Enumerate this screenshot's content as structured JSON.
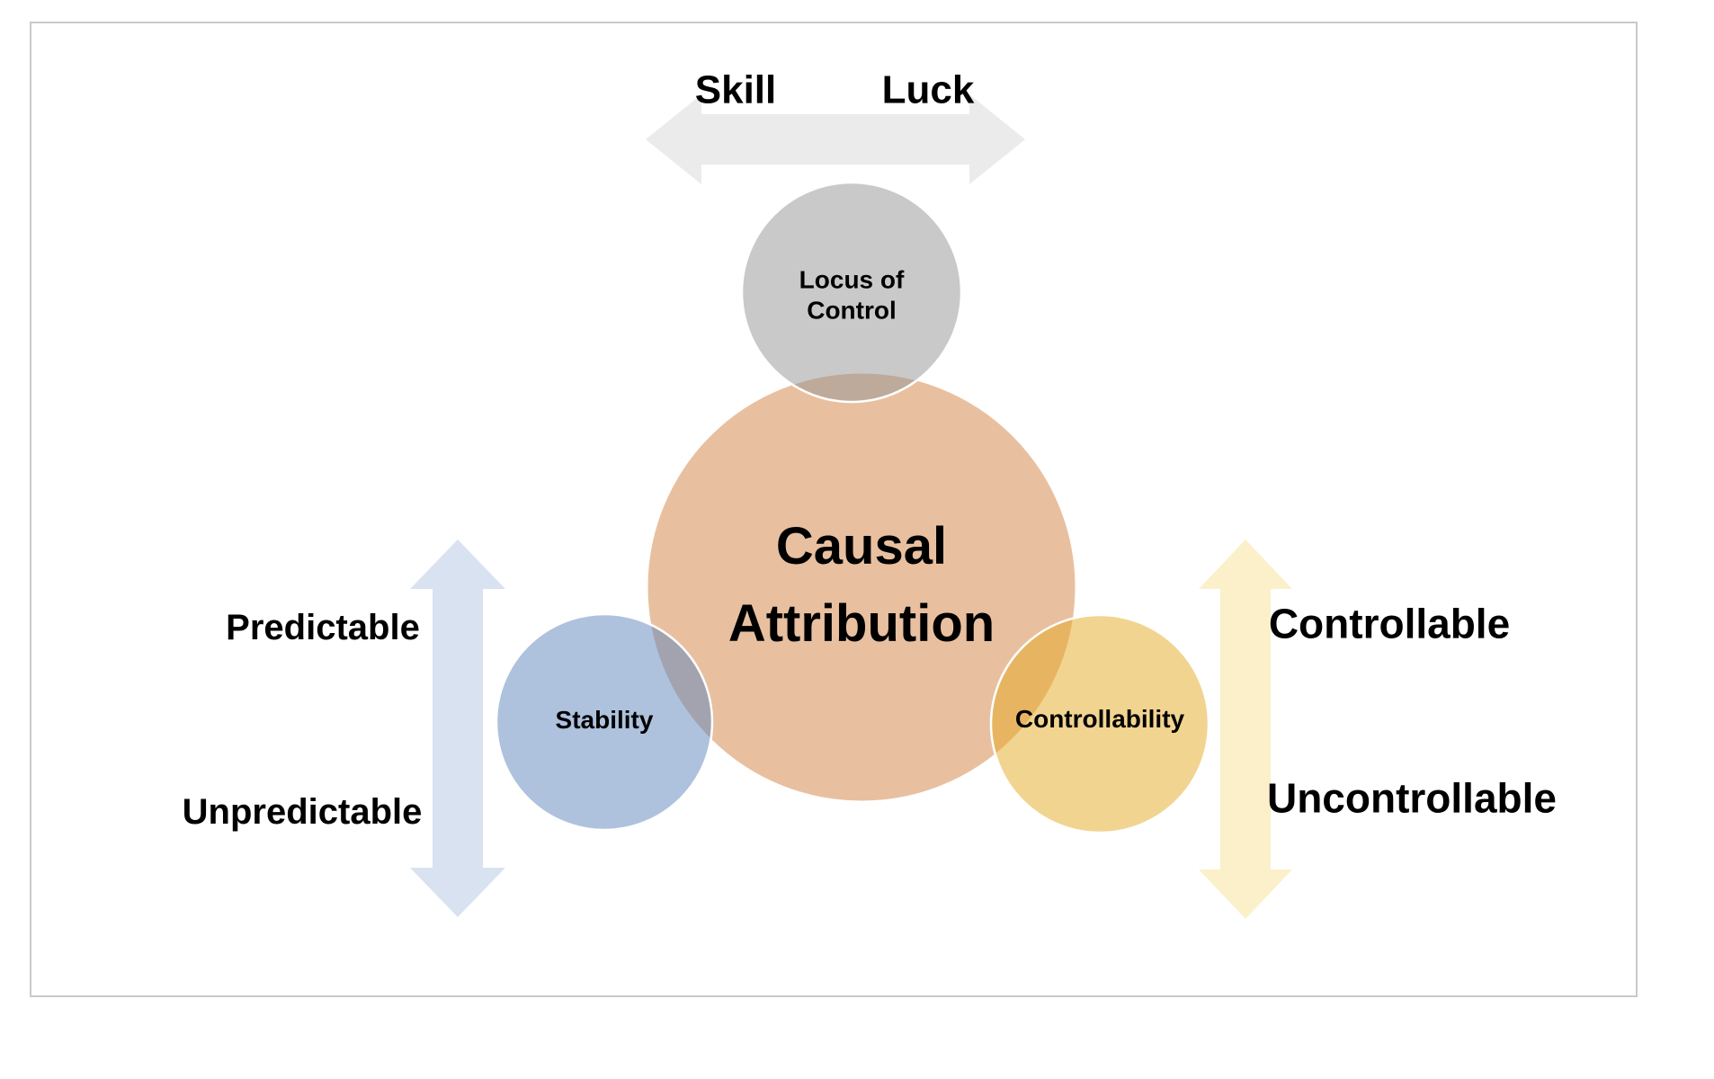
{
  "slide": {
    "background_color": "#ffffff",
    "border_color": "#c9c9c9"
  },
  "diagram": {
    "title_circle": {
      "label": "Causal\nAttribution",
      "fill": "#e8c0a0"
    },
    "locus_circle": {
      "label": "Locus of\nControl",
      "fill": "rgba(147,147,147,0.5)"
    },
    "stability_circle": {
      "label": "Stability",
      "fill": "rgba(93,133,189,0.5)"
    },
    "controllability_circle": {
      "label": "Controllability",
      "fill": "rgba(229,169,35,0.5)"
    },
    "axes": {
      "top": {
        "left_label": "Skill",
        "right_label": "Luck",
        "arrow_fill": "#ebebeb"
      },
      "left": {
        "top_label": "Predictable",
        "bottom_label": "Unpredictable",
        "arrow_fill": "#d8e2f1"
      },
      "right": {
        "top_label": "Controllable",
        "bottom_label": "Uncontrollable",
        "arrow_fill": "#fbf0ca"
      }
    }
  }
}
